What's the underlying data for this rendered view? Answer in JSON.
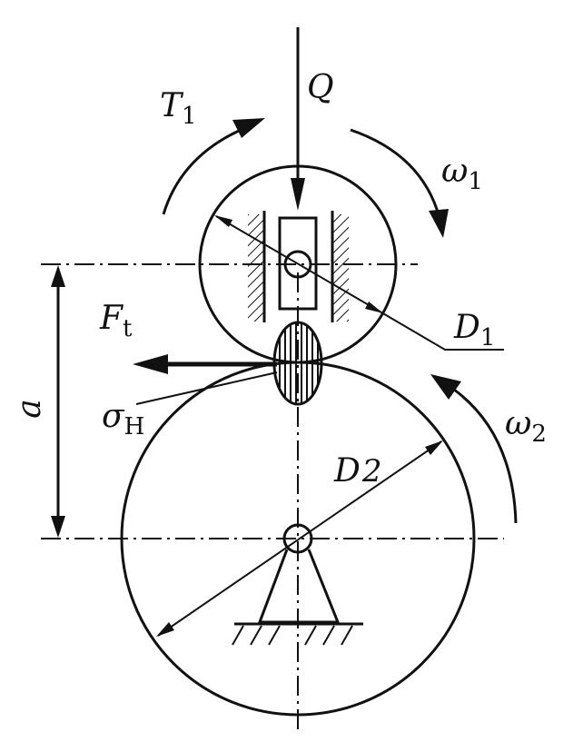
{
  "labels": {
    "Q": "Q",
    "T": "T",
    "T_sub": "1",
    "omega1": "ω",
    "omega1_sub": "1",
    "omega2": "ω",
    "omega2_sub": "2",
    "Ft": "F",
    "Ft_sub": "t",
    "D1": "D",
    "D1_sub": "1",
    "D2": "D",
    "D2_sub": "2",
    "a": "a",
    "sigma": "σ",
    "sigma_sub": "H"
  }
}
